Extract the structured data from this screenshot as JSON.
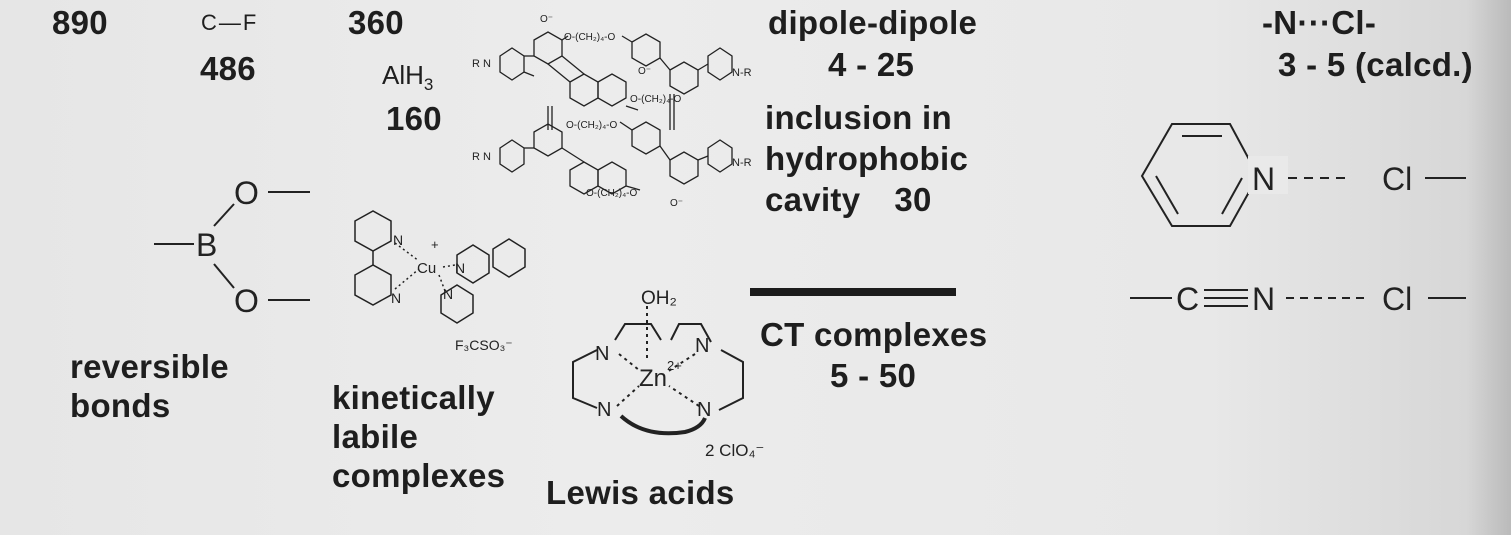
{
  "energies": {
    "v890": "890",
    "cf_label": "C—F",
    "v360": "360",
    "v486": "486",
    "alh3_label": "AlH",
    "alh3_sub": "3",
    "v160": "160"
  },
  "macrocycle": {
    "r_n_left": "R N",
    "n_r_right": "N-R",
    "linker": "O-(CH₂)₄-O",
    "o_minus": "O⁻"
  },
  "dipole": {
    "title": "dipole-dipole",
    "range": "4 - 25"
  },
  "inclusion": {
    "line1": "inclusion in",
    "line2": "hydrophobic",
    "line3_word": "cavity",
    "line3_value": "30"
  },
  "halogen": {
    "title": "-N···Cl-",
    "range": "3 - 5 (calcd.)",
    "pyridine_n": "N",
    "pyridine_cl": "Cl",
    "nitrile_c": "C",
    "nitrile_n": "N",
    "nitrile_cl": "Cl"
  },
  "boronate": {
    "b": "B",
    "o_top": "O",
    "o_bottom": "O",
    "caption_line1": "reversible",
    "caption_line2": "bonds"
  },
  "copper": {
    "metal": "Cu",
    "charge": "+",
    "n": "N",
    "counterion": "F₃CSO₃⁻",
    "caption_line1": "kinetically",
    "caption_line2": "labile",
    "caption_line3": "complexes"
  },
  "zinc": {
    "water": "OH₂",
    "metal": "Zn",
    "charge": "2+",
    "n": "N",
    "counterion": "2 ClO₄⁻",
    "caption": "Lewis acids"
  },
  "ct": {
    "title": "CT complexes",
    "range": "5 - 50"
  }
}
